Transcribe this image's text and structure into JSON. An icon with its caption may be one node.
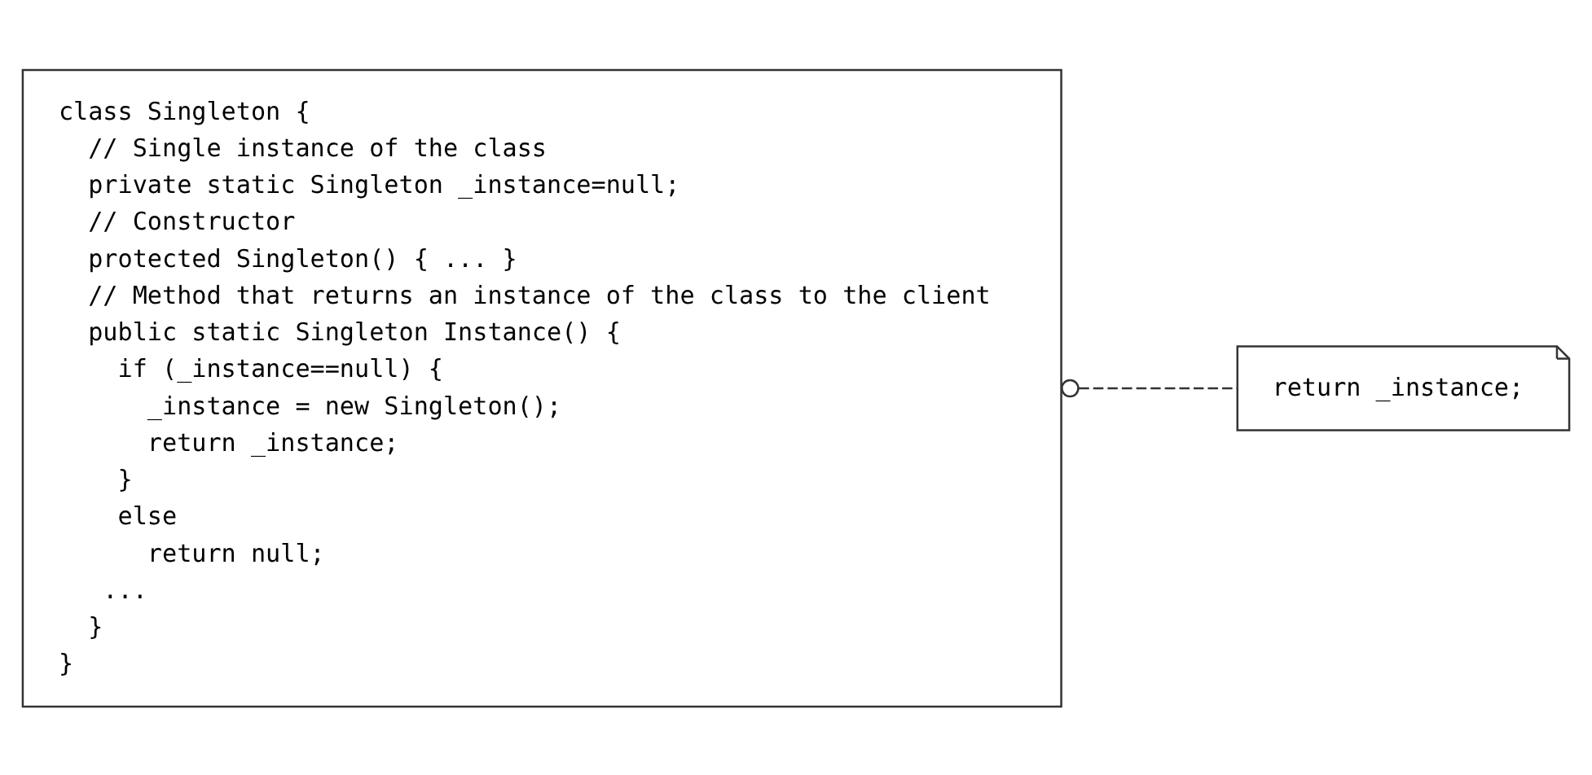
{
  "diagram": {
    "nodes": [
      {
        "text": [
          "class Singleton {",
          "  // Single instance of the class",
          "  private static Singleton _instance=null;",
          "  // Constructor",
          "  protected Singleton() { ... }",
          "  // Method that returns an instance of the class to the client",
          "  public static Singleton Instance() {",
          "    if (_instance==null) {",
          "      _instance = new Singleton();",
          "      return _instance;",
          "    }",
          "    else",
          "      return null;",
          "   ...",
          "  }",
          "}"
        ]
      },
      {
        "text": [
          "return _instance;"
        ]
      }
    ],
    "edges": [
      {
        "from": 0,
        "to": 1,
        "arrow": "other",
        "style": "dashed"
      }
    ]
  }
}
